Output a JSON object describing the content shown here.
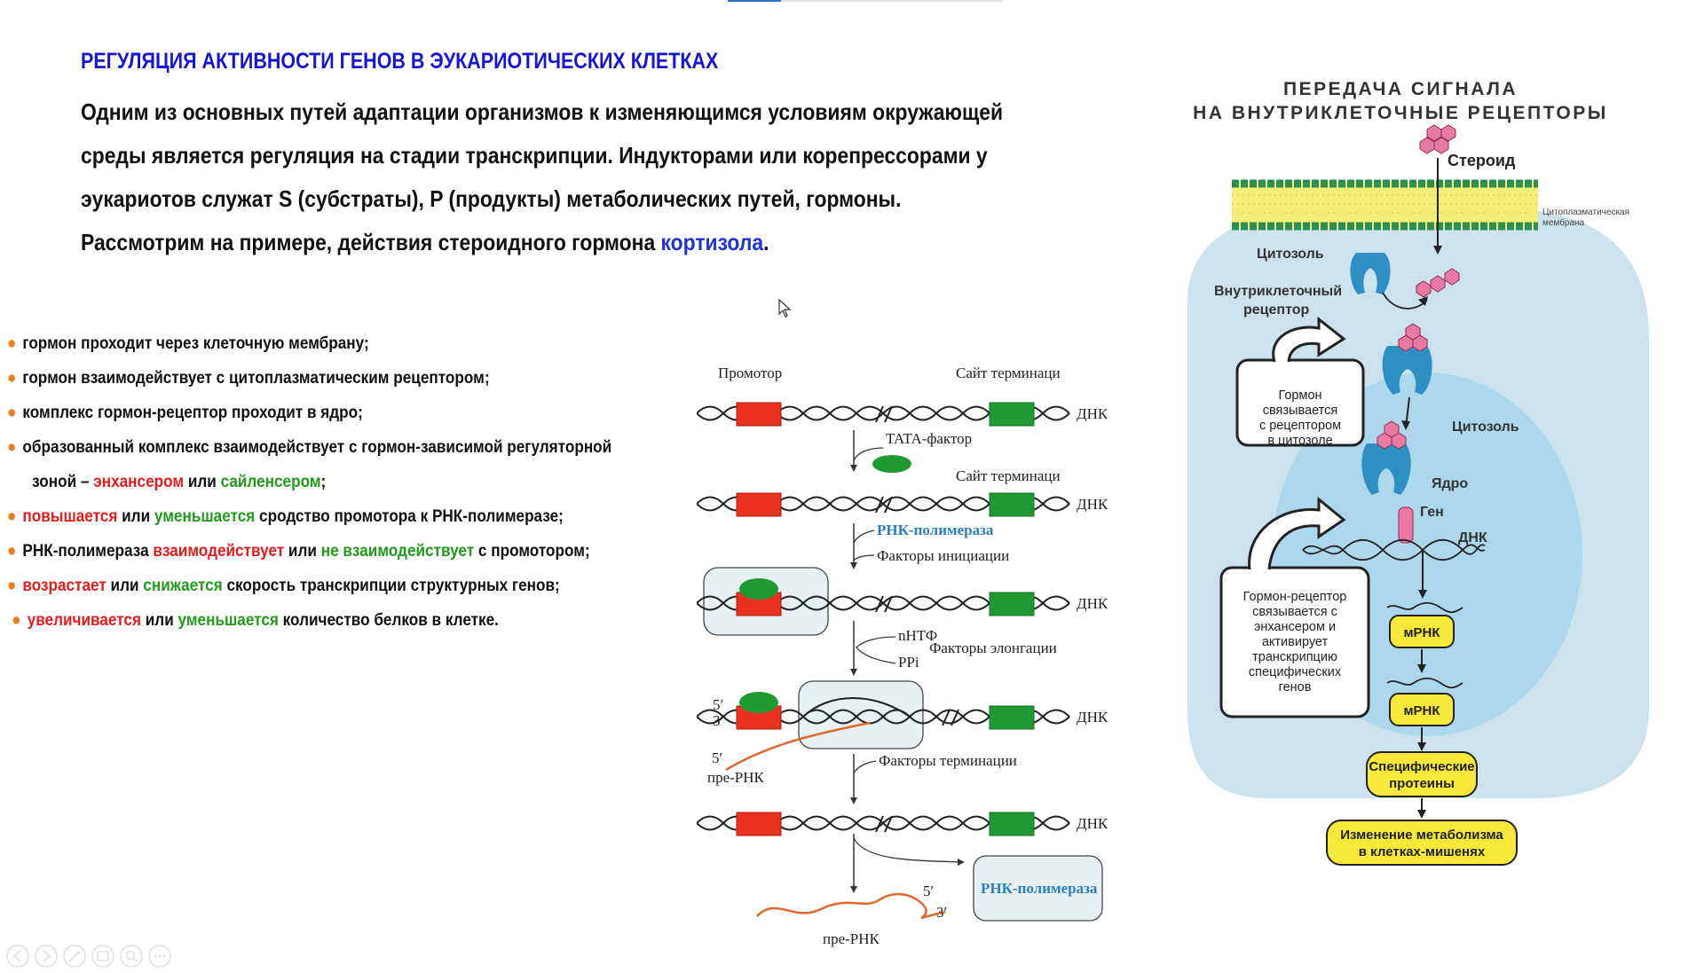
{
  "slide": {
    "title": "РЕГУЛЯЦИЯ АКТИВНОСТИ ГЕНОВ В ЭУКАРИОТИЧЕСКИХ КЛЕТКАХ",
    "intro": {
      "line1": "Одним из основных путей адаптации организмов к изменяющимся условиям окружающей",
      "line2": "среды является регуляция на стадии транскрипции. Индукторами или корепрессорами у",
      "line3": "эукариотов служат S (субстраты), P (продукты) метаболических путей, гормоны.",
      "line4_text": "Рассмотрим на примере, действия стероидного гормона ",
      "line4_highlight": "кортизола",
      "line4_end": "."
    },
    "bullets": {
      "b1": "гормон проходит через клеточную мембрану;",
      "b2": "гормон взаимодействует с цитоплазматическим рецептором;",
      "b3": "комплекс гормон-рецептор проходит в ядро;",
      "b4": "образованный комплекс взаимодействует с гормон-зависимой регуляторной",
      "b4_cont": "зоной – ",
      "b4_enh": "энхансером",
      "b4_or": " или ",
      "b4_sil": "сайленсером",
      "b4_end": ";",
      "b5_red": "повышается",
      "b5_or": " или ",
      "b5_green": "уменьшается",
      "b5_rest": " сродство промотора к РНК-полимеразе;",
      "b6_start": "РНК-полимераза ",
      "b6_red": "взаимодействует",
      "b6_or": " или ",
      "b6_green": "не взаимодействует",
      "b6_rest": " с промотором;",
      "b7_red": "возрастает",
      "b7_or": " или ",
      "b7_green": "снижается",
      "b7_rest": " скорость транскрипции структурных генов;",
      "b8_red": "увеличивается",
      "b8_or": " или ",
      "b8_green": "уменьшается",
      "b8_rest": " количество белков в клетке."
    }
  },
  "transcription_diagram": {
    "promoter": "Промотор",
    "termination_site": "Сайт терминаци",
    "dna": "ДНК",
    "tata": "TATA-фактор",
    "rna_polymerase": "РНК-полимераза",
    "initiation_factors": "Факторы инициации",
    "ntp": "nНТФ",
    "ppi": "PPi",
    "elongation_factors": "Факторы элонгации",
    "five_prime": "5′",
    "three_prime": "3′",
    "pre_rna": "пре-РНК",
    "termination_factors": "Факторы терминации"
  },
  "signal_diagram": {
    "title1": "ПЕРЕДАЧА СИГНАЛА",
    "title2": "НА ВНУТРИКЛЕТОЧНЫЕ РЕЦЕПТОРЫ",
    "steroid": "Стероид",
    "membrane1": "Цитоплазматическая",
    "membrane2": "мембрана",
    "cytosol": "Цитозоль",
    "receptor1": "Внутриклеточный",
    "receptor2": "рецептор",
    "bind1": [
      "Гормон",
      "связывается",
      "с рецептором",
      "в цитозоле"
    ],
    "nucleus": "Ядро",
    "gene": "Ген",
    "dna": "ДНК",
    "complex": [
      "Гормон-рецептор",
      "связывается с",
      "энхансером и",
      "активирует",
      "транскрипцию",
      "специфических",
      "генов"
    ],
    "mrna": "мРНК",
    "proteins1": "Специфические",
    "proteins2": "протеины",
    "metab1": "Изменение метаболизма",
    "metab2": "в клетках-мишенях"
  },
  "colors": {
    "title": "#1515d6",
    "red": "#e31d1d",
    "green": "#229a1b",
    "bullet": "#f07d1c",
    "highlight_box": "#f7e83a"
  }
}
